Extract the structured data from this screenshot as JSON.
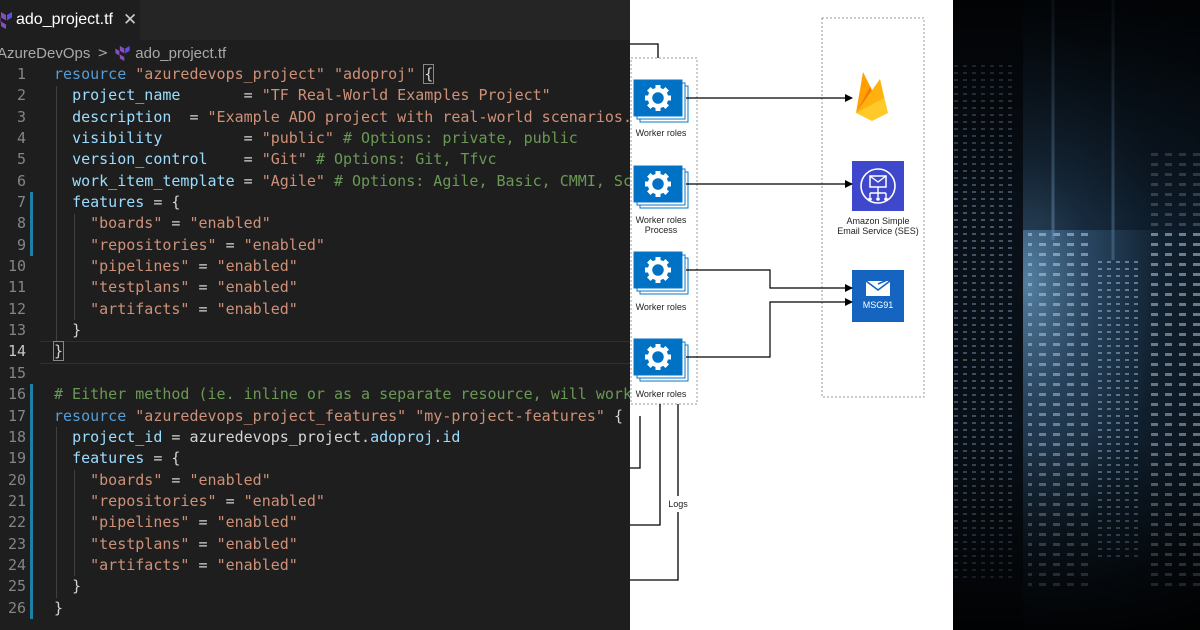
{
  "editor": {
    "tab": {
      "title": "ado_project.tf",
      "close": "✕"
    },
    "breadcrumb": {
      "folder": "AzureDevOps",
      "separator": ">",
      "file": "ado_project.tf"
    },
    "line_numbers": [
      "1",
      "2",
      "3",
      "4",
      "5",
      "6",
      "7",
      "8",
      "9",
      "10",
      "11",
      "12",
      "13",
      "14",
      "15",
      "16",
      "17",
      "18",
      "19",
      "20",
      "21",
      "22",
      "23",
      "24",
      "25",
      "26"
    ],
    "code": {
      "l1": {
        "kw": "resource",
        "type": "\"azuredevops_project\"",
        "name": "\"adoproj\"",
        "brace": "{"
      },
      "l2": {
        "key": "project_name",
        "eq": "       = ",
        "val": "\"TF Real-World Examples Project\""
      },
      "l3": {
        "key": "description",
        "eq": "  = ",
        "val": "\"Example ADO project with real-world scenarios.\""
      },
      "l4": {
        "key": "visibility",
        "eq": "         = ",
        "val": "\"public\"",
        "comment": "# Options: private, public"
      },
      "l5": {
        "key": "version_control",
        "eq": "    = ",
        "val": "\"Git\"",
        "comment": "# Options: Git, Tfvc"
      },
      "l6": {
        "key": "work_item_template",
        "eq": " = ",
        "val": "\"Agile\"",
        "comment": "# Options: Agile, Basic, CMMI, Scrum"
      },
      "l7": {
        "key": "features",
        "rest": " = {"
      },
      "l8": {
        "k": "\"boards\"",
        "v": "\"enabled\""
      },
      "l9": {
        "k": "\"repositories\"",
        "v": "\"enabled\""
      },
      "l10": {
        "k": "\"pipelines\"",
        "v": "\"enabled\""
      },
      "l11": {
        "k": "\"testplans\"",
        "v": "\"enabled\""
      },
      "l12": {
        "k": "\"artifacts\"",
        "v": "\"enabled\""
      },
      "l13": {
        "text": "}"
      },
      "l14": {
        "text": "}"
      },
      "l16": {
        "comment": "# Either method (ie. inline or as a separate resource, will work)"
      },
      "l17": {
        "kw": "resource",
        "type": "\"azuredevops_project_features\"",
        "name": "\"my-project-features\"",
        "brace": "{"
      },
      "l18": {
        "key": "project_id",
        "eq": " = ",
        "ref": "azuredevops_project.",
        "attr": "adoproj",
        "dot": ".",
        "attr2": "id"
      },
      "l19": {
        "key": "features",
        "rest": " = {"
      },
      "l20": {
        "k": "\"boards\"",
        "v": "\"enabled\""
      },
      "l21": {
        "k": "\"repositories\"",
        "v": "\"enabled\""
      },
      "l22": {
        "k": "\"pipelines\"",
        "v": "\"enabled\""
      },
      "l23": {
        "k": "\"testplans\"",
        "v": "\"enabled\""
      },
      "l24": {
        "k": "\"artifacts\"",
        "v": "\"enabled\""
      },
      "l25": {
        "text": "}"
      },
      "l26": {
        "text": "}"
      }
    }
  },
  "diagram": {
    "workers": [
      "Worker roles",
      "Worker roles\nProcess",
      "Worker roles",
      "Worker roles"
    ],
    "ses_label": "Amazon Simple\nEmail Service (SES)",
    "msg91_label": "MSG91",
    "logs_label": "Logs",
    "colors": {
      "azure": "#0072c6",
      "ses": "#3f48cc",
      "msg91": "#1564c0",
      "firebase": "#ffa000"
    }
  },
  "colors": {
    "editor_bg": "#1e1e1e",
    "keyword": "#569cd6",
    "string": "#ce9178",
    "property": "#9cdcfe",
    "comment": "#6a9955",
    "terraform": "#7b42bc"
  }
}
